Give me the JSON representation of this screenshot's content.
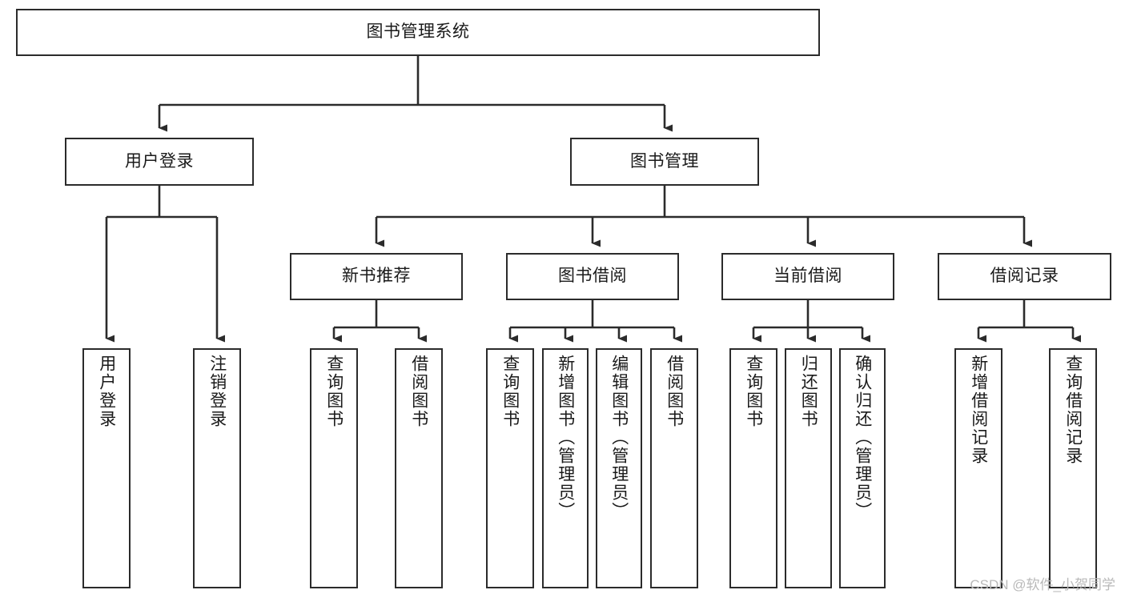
{
  "diagram": {
    "title": "图书管理系统",
    "type": "hierarchy-tree",
    "orientation": "top-down",
    "edge_style": "orthogonal-arrow",
    "colors": {
      "node_border": "#2b2b2b",
      "node_fill": "#ffffff",
      "edge": "#2b2b2b",
      "text": "#1a1a1a",
      "watermark": "#b9b9b9",
      "background": "#ffffff"
    },
    "nodes": {
      "root": {
        "label": "图书管理系统"
      },
      "level2": [
        {
          "id": "user-login",
          "label": "用户登录"
        },
        {
          "id": "book-manage",
          "label": "图书管理"
        }
      ],
      "level3": [
        {
          "id": "new-book-rec",
          "label": "新书推荐"
        },
        {
          "id": "book-borrow",
          "label": "图书借阅"
        },
        {
          "id": "current-borrow",
          "label": "当前借阅"
        },
        {
          "id": "borrow-record",
          "label": "借阅记录"
        }
      ],
      "leaves": {
        "user-login": [
          {
            "id": "leaf-user-login",
            "label": "用户登录"
          },
          {
            "id": "leaf-user-logout",
            "label": "注销登录"
          }
        ],
        "new-book-rec": [
          {
            "id": "leaf-query-book-1",
            "label": "查询图书"
          },
          {
            "id": "leaf-borrow-book-1",
            "label": "借阅图书"
          }
        ],
        "book-borrow": [
          {
            "id": "leaf-query-book-2",
            "label": "查询图书"
          },
          {
            "id": "leaf-add-book",
            "label": "新增图书（管理员）"
          },
          {
            "id": "leaf-edit-book",
            "label": "编辑图书（管理员）"
          },
          {
            "id": "leaf-borrow-book-2",
            "label": "借阅图书"
          }
        ],
        "current-borrow": [
          {
            "id": "leaf-query-book-3",
            "label": "查询图书"
          },
          {
            "id": "leaf-return-book",
            "label": "归还图书"
          },
          {
            "id": "leaf-confirm-return",
            "label": "确认归还（管理员）"
          }
        ],
        "borrow-record": [
          {
            "id": "leaf-add-record",
            "label": "新增借阅记录"
          },
          {
            "id": "leaf-query-record",
            "label": "查询借阅记录"
          }
        ]
      }
    },
    "watermark": "CSDN @软件_小贺同学"
  }
}
